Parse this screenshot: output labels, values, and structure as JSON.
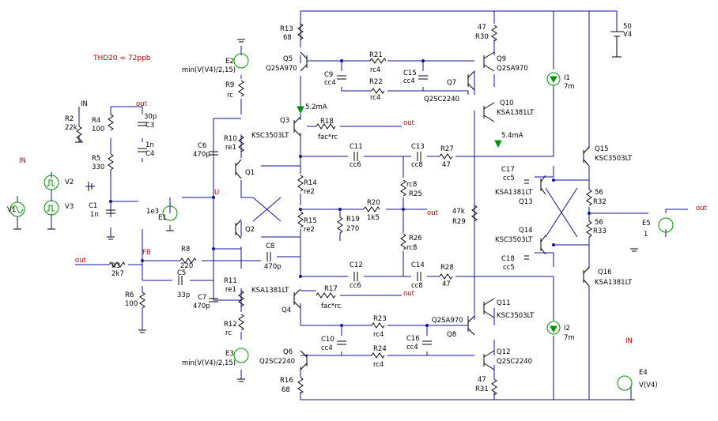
{
  "note": "THD20 = 72ppb",
  "nets": {
    "in_top": "IN",
    "in_left": "IN",
    "in_e4": "IN",
    "out_top": "out",
    "fb": "FB",
    "u": "U",
    "out_left": "out",
    "out_r18": "out",
    "out_mid": "out",
    "out_r17": "out",
    "out_right": "out"
  },
  "sources": {
    "v1": "V1",
    "v2": "V2",
    "v3": "V3",
    "v4": "V4",
    "v4_val": "50",
    "e1": "E1",
    "e1_val": "1e3",
    "e2": "E2",
    "e2_expr": "min(V(V4)/2,15)",
    "e3": "E3",
    "e3_expr": "min(V(V4)/2,15)",
    "e4": "E4",
    "e4_expr": "V(V4)",
    "e5": "E5",
    "e5_val": "1",
    "i1": "I1",
    "i1_val": "7m",
    "i2": "I2",
    "i2_val": "7m"
  },
  "currents": {
    "q3": "5.2mA",
    "q10": "5.4mA"
  },
  "resistors": {
    "r2": "R2",
    "r2_v": "22k",
    "r3": "R3",
    "r3_v": "2k7",
    "r4": "R4",
    "r4_v": "100",
    "r5": "R5",
    "r5_v": "330",
    "r6": "R6",
    "r6_v": "100",
    "r8": "R8",
    "r8_v": "220",
    "r9": "R9",
    "r9_v": "rc",
    "r10": "R10",
    "r10_v": "re1",
    "r11": "R11",
    "r11_v": "re1",
    "r12": "R12",
    "r12_v": "rc",
    "r13": "R13",
    "r13_v": "68",
    "r14": "R14",
    "r14_v": "re2",
    "r15": "R15",
    "r15_v": "re2",
    "r16": "R16",
    "r16_v": "68",
    "r17": "R17",
    "r17_v": "fac*rc",
    "r18": "R18",
    "r18_v": "fac*rc",
    "r19": "R19",
    "r19_v": "270",
    "r20": "R20",
    "r20_v": "1k5",
    "r21": "R21",
    "r21_v": "rc4",
    "r22": "R22",
    "r22_v": "rc4",
    "r23": "R23",
    "r23_v": "rc4",
    "r24": "R24",
    "r24_v": "rc4",
    "r25": "R25",
    "r25_v": "rc8",
    "r26": "R26",
    "r26_v": "rc8",
    "r27": "R27",
    "r27_v": "47",
    "r28": "R28",
    "r28_v": "47",
    "r29": "R29",
    "r29_v": "47k",
    "r30": "R30",
    "r30_v": "47",
    "r31": "R31",
    "r31_v": "47",
    "r32": "R32",
    "r32_v": "56",
    "r33": "R33",
    "r33_v": "56"
  },
  "capacitors": {
    "c1": "C1",
    "c1_v": "1n",
    "c3": "C3",
    "c3_v": "30p",
    "c4": "C4",
    "c4_v": "1n",
    "c5": "C5",
    "c5_v": "33p",
    "c6": "C6",
    "c6_v": "470p",
    "c7": "C7",
    "c7_v": "470p",
    "c8": "C8",
    "c8_v": "470p",
    "c9": "C9",
    "c9_v": "cc4",
    "c10": "C10",
    "c10_v": "cc4",
    "c11": "C11",
    "c11_v": "cc6",
    "c12": "C12",
    "c12_v": "cc6",
    "c13": "C13",
    "c13_v": "cc8",
    "c14": "C14",
    "c14_v": "cc8",
    "c15": "C15",
    "c15_v": "cc4",
    "c16": "C16",
    "c16_v": "cc4",
    "c17": "C17",
    "c17_v": "cc5",
    "c18": "C18",
    "c18_v": "cc5"
  },
  "transistors": {
    "q1": "Q1",
    "q2": "Q2",
    "q3": "Q3",
    "q3_t": "KSC3503LT",
    "q4": "Q4",
    "q4_t": "KSA1381LT",
    "q5": "Q5",
    "q5_t": "Q2SA970",
    "q6": "Q6",
    "q6_t": "Q2SC2240",
    "q7": "Q7",
    "q7_t": "Q2SC2240",
    "q8": "Q8",
    "q8_t": "Q2SA970",
    "q9": "Q9",
    "q9_t": "Q2SA970",
    "q10": "Q10",
    "q10_t": "KSA1381LT",
    "q11": "Q11",
    "q11_t": "KSC3503LT",
    "q12": "Q12",
    "q12_t": "Q2SC2240",
    "q13": "Q13",
    "q13_t": "KSA1381LT",
    "q14": "Q14",
    "q14_t": "KSC3503LT",
    "q15": "Q15",
    "q15_t": "KSC3503LT",
    "q16": "Q16",
    "q16_t": "KSA1381LT"
  }
}
